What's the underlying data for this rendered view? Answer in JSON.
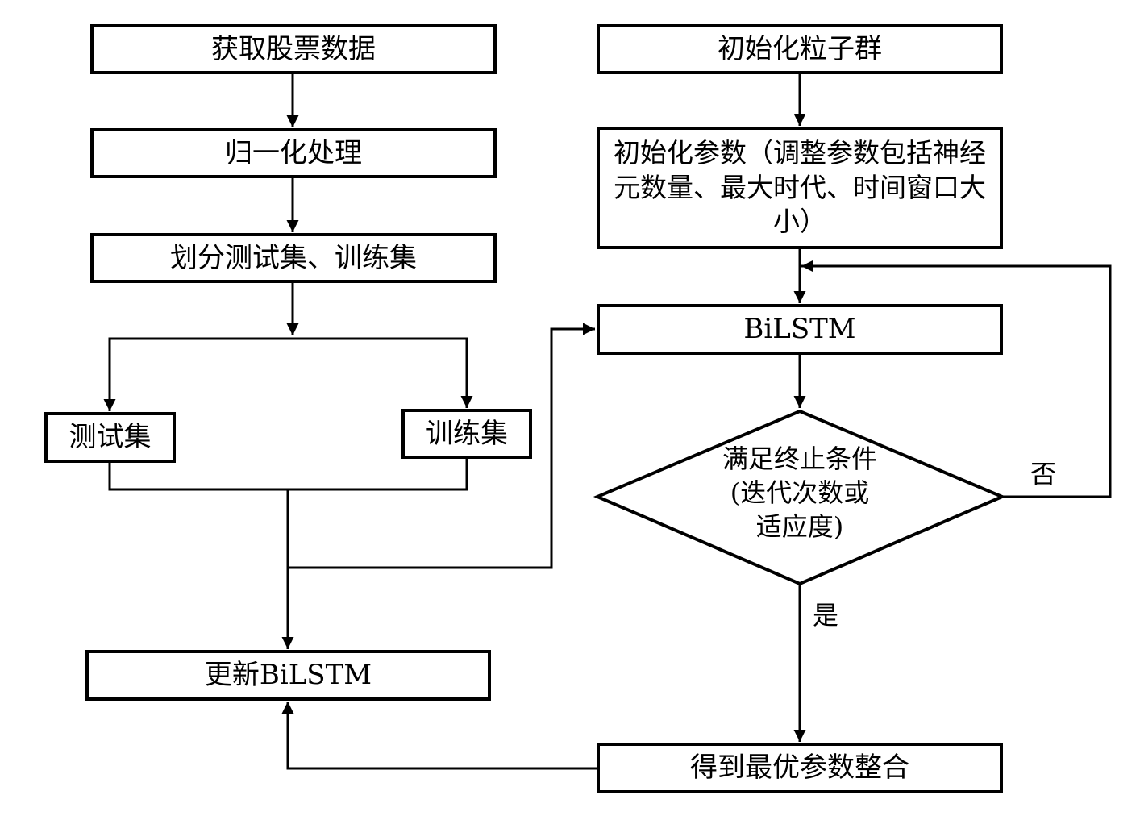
{
  "nodes": {
    "get_stock_data": "获取股票数据",
    "normalize": "归一化处理",
    "split_sets": "划分测试集、训练集",
    "test_set": "测试集",
    "train_set": "训练集",
    "update_bilstm": "更新BiLSTM",
    "init_swarm": "初始化粒子群",
    "init_params": "初始化参数（调整参数包括神经元数量、最大时代、时间窗口大小）",
    "bilstm": "BiLSTM",
    "termination_line1": "满足终止条件",
    "termination_line2": "(迭代次数或",
    "termination_line3": "适应度)",
    "optimal_params": "得到最优参数整合"
  },
  "edge_labels": {
    "no": "否",
    "yes": "是"
  },
  "colors": {
    "stroke": "#000000",
    "background": "#ffffff"
  }
}
